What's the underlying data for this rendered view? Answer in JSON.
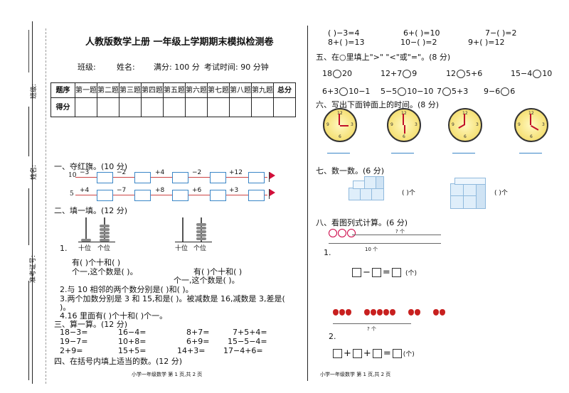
{
  "left": {
    "title": "人教版数学上册 一年级上学期期末模拟检测卷",
    "info": {
      "class": "班级:",
      "name": "姓名:",
      "full": "满分: 100 分",
      "time": "考试时间: 90 分钟"
    },
    "score_table": {
      "header": [
        "题序",
        "第一题",
        "第二题",
        "第三题",
        "第四题",
        "第五题",
        "第六题",
        "第七题",
        "第八题",
        "第九题",
        "总分"
      ],
      "row_label": "得分"
    },
    "side": {
      "class": "班级:",
      "name": "姓名:",
      "exam_no": "准考证号:"
    },
    "sec1": {
      "heading": "一、夺红旗。(10 分)",
      "row1_start": "10",
      "row1_ops": [
        "−3",
        "−2",
        "+4",
        "−2",
        "+12"
      ],
      "row2_start": "5",
      "row2_ops": [
        "+4",
        "−7",
        "+8",
        "+6",
        "+3"
      ]
    },
    "sec2": {
      "heading": "二、填一填。(12 分)",
      "abacus_labels": [
        "十位",
        "个位",
        "十位",
        "个位"
      ],
      "q1_num": "1.",
      "q1a_line1": "有(      )个十和(      )",
      "q1a_line2": "个一,这个数是(      )。",
      "q1b_line1": "有(      )个十和(      )",
      "q1b_line2": "个一,这个数是(      )。",
      "q2": "2.与 10 相邻的两个数分别是(      )和(      )。",
      "q3a": "3.两个加数分别是 3 和 15,和是(      )。被减数是 16,减数是 3,差是(",
      "q3b": ")。",
      "q4": "4.16 里面有(      )个十和(      )个一。"
    },
    "sec3": {
      "heading": "三、算一算。(12 分)",
      "rows": [
        [
          "18−3=",
          "16−4=",
          "8+7=",
          "7+5+4="
        ],
        [
          "19−7=",
          "10+8=",
          "6+9=",
          "15−5−4="
        ],
        [
          "2+9=",
          "15+5=",
          "14+3=",
          "17−4+6="
        ]
      ]
    },
    "sec4": {
      "heading": "四、在括号内填上适当的数。(12 分)"
    },
    "footer": "小学一年级数学    第 1 页,共 2 页"
  },
  "right": {
    "fill_rows": [
      [
        "(      )−3=4",
        "6+(      )=10",
        "7−(      )=2"
      ],
      [
        "8+(      )=13",
        "10−(      )=2",
        "9+(      )=12"
      ]
    ],
    "sec5": {
      "heading": "五、在○里填上\">\"  \"<\"或\"=\"。(8 分)",
      "row1": [
        [
          "18",
          "20"
        ],
        [
          "12+7",
          "9"
        ],
        [
          "12",
          "5+6"
        ],
        [
          "15−4",
          "10"
        ]
      ],
      "row2": [
        [
          "6+3",
          "10−1"
        ],
        [
          "5−5",
          "10−10"
        ],
        [
          "7",
          "5+3"
        ],
        [
          "9−6",
          "6"
        ]
      ]
    },
    "sec6": {
      "heading": "六、写出下面钟面上的时间。(8 分)",
      "clock_numerals": [
        "12",
        "3",
        "6",
        "9"
      ]
    },
    "sec7": {
      "heading": "七、数一数。(6 分)",
      "unit1": "(      )个",
      "unit2": "(      )个"
    },
    "sec8": {
      "heading": "八、看图列式计算。(6 分)",
      "q1_num": "1.",
      "q1_top": "? 个",
      "q1_bottom": "10 个",
      "q1_unit": "(个)",
      "q2_num": "2.",
      "q2_bottom": "? 个",
      "q2_unit": "(个)"
    },
    "footer": "小学一年级数学    第 1 页,共 2 页"
  },
  "colors": {
    "box_border": "#3a86c7",
    "flag": "#d0103a",
    "clock_face": "#f6e27a",
    "hands": "#c0102a"
  }
}
